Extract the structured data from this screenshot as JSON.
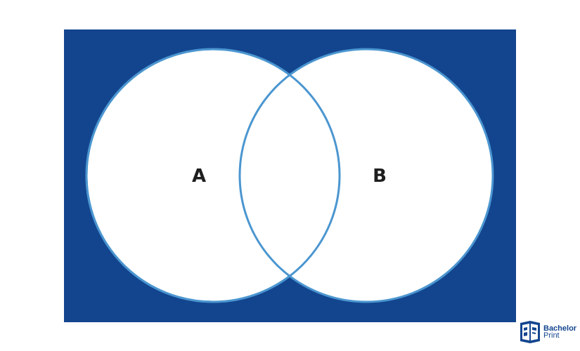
{
  "diagram": {
    "type": "venn",
    "sets": [
      {
        "label": "A"
      },
      {
        "label": "B"
      }
    ],
    "colors": {
      "background": "#13458f",
      "circle_fill": "#ffffff",
      "circle_stroke": "#4b96d0",
      "label": "#1e1e1e"
    }
  },
  "brand": {
    "name_line1": "Bachelor",
    "name_line2": "Print",
    "icon": "bachelorprint-logo-icon"
  }
}
